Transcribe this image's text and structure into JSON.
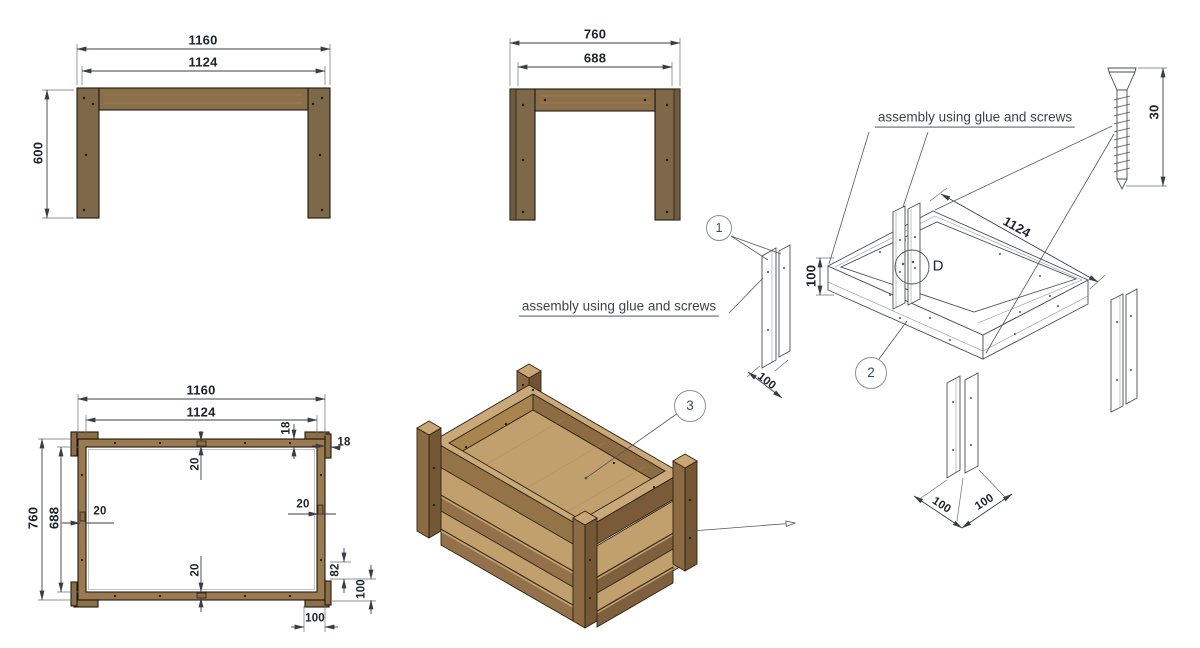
{
  "drawing": {
    "notes": {
      "top": "assembly using glue and screws",
      "left": "assembly using glue and screws"
    },
    "callouts": {
      "c1": "1",
      "c2": "2",
      "c3": "3",
      "detail": "D"
    },
    "front": {
      "w_outer": "1160",
      "w_inner": "1124",
      "height": "600"
    },
    "side": {
      "w_outer": "760",
      "w_inner": "688"
    },
    "top": {
      "w_outer": "1160",
      "w_inner": "1124",
      "d_outer": "760",
      "d_inner": "688",
      "t_rail": "18",
      "t_leg": "18",
      "s_top": "20",
      "s_left": "20",
      "s_right": "20",
      "s_bottom": "20",
      "gap": "82",
      "leg_v": "100",
      "leg_h": "100"
    },
    "exploded": {
      "screw_len": "30",
      "frame_len": "1124",
      "frame_h": "100",
      "leg_w": "100",
      "leg_wa": "100",
      "leg_wb": "100"
    },
    "colors": {
      "wood_dark": "#7d6849",
      "wood_mid": "#8b6f4a",
      "wood_board": "#9a7a50",
      "wood_light": "#c9a87a",
      "panel": "#c2a06e",
      "dim_text": "#1c222b"
    }
  }
}
